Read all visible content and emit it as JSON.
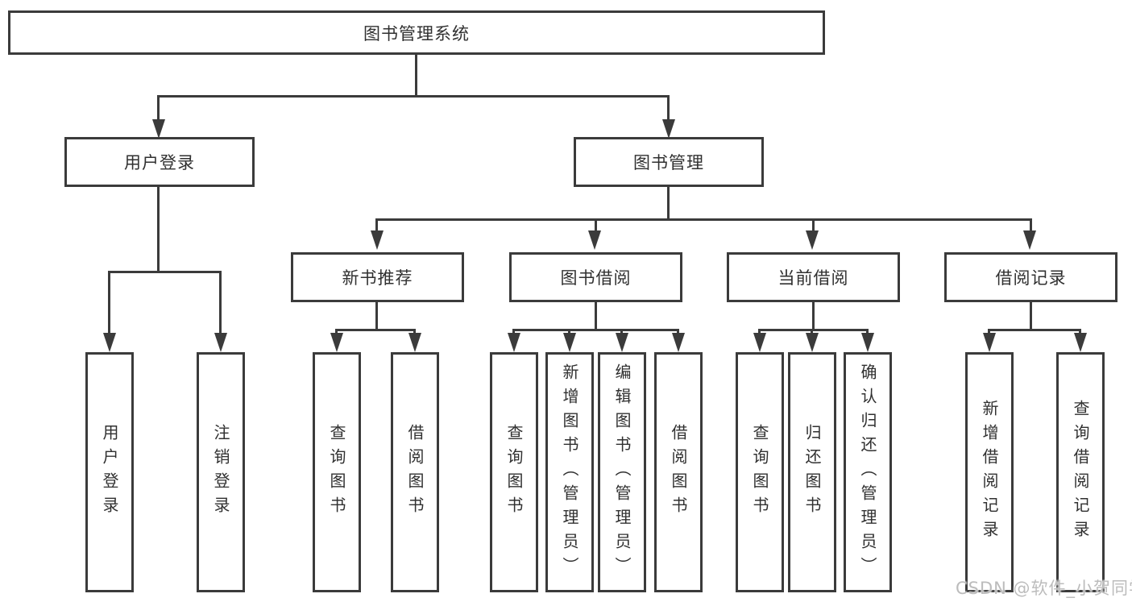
{
  "diagram": {
    "root": {
      "label": "图书管理系统"
    },
    "branches": [
      {
        "label": "用户登录",
        "children": [
          {
            "label": "用户登录"
          },
          {
            "label": "注销登录"
          }
        ]
      },
      {
        "label": "图书管理",
        "children": [
          {
            "label": "新书推荐",
            "children": [
              {
                "label": "查询图书"
              },
              {
                "label": "借阅图书"
              }
            ]
          },
          {
            "label": "图书借阅",
            "children": [
              {
                "label": "查询图书"
              },
              {
                "label": "新增图书（管理员）"
              },
              {
                "label": "编辑图书（管理员）"
              },
              {
                "label": "借阅图书"
              }
            ]
          },
          {
            "label": "当前借阅",
            "children": [
              {
                "label": "查询图书"
              },
              {
                "label": "归还图书"
              },
              {
                "label": "确认归还（管理员）"
              }
            ]
          },
          {
            "label": "借阅记录",
            "children": [
              {
                "label": "新增借阅记录"
              },
              {
                "label": "查询借阅记录"
              }
            ]
          }
        ]
      }
    ]
  },
  "watermark": {
    "text": "CSDN @软件_小贺同学"
  },
  "colors": {
    "line": "#3b3b3b",
    "text": "#303030",
    "watermark": "#bcbcbc",
    "background": "#ffffff"
  }
}
